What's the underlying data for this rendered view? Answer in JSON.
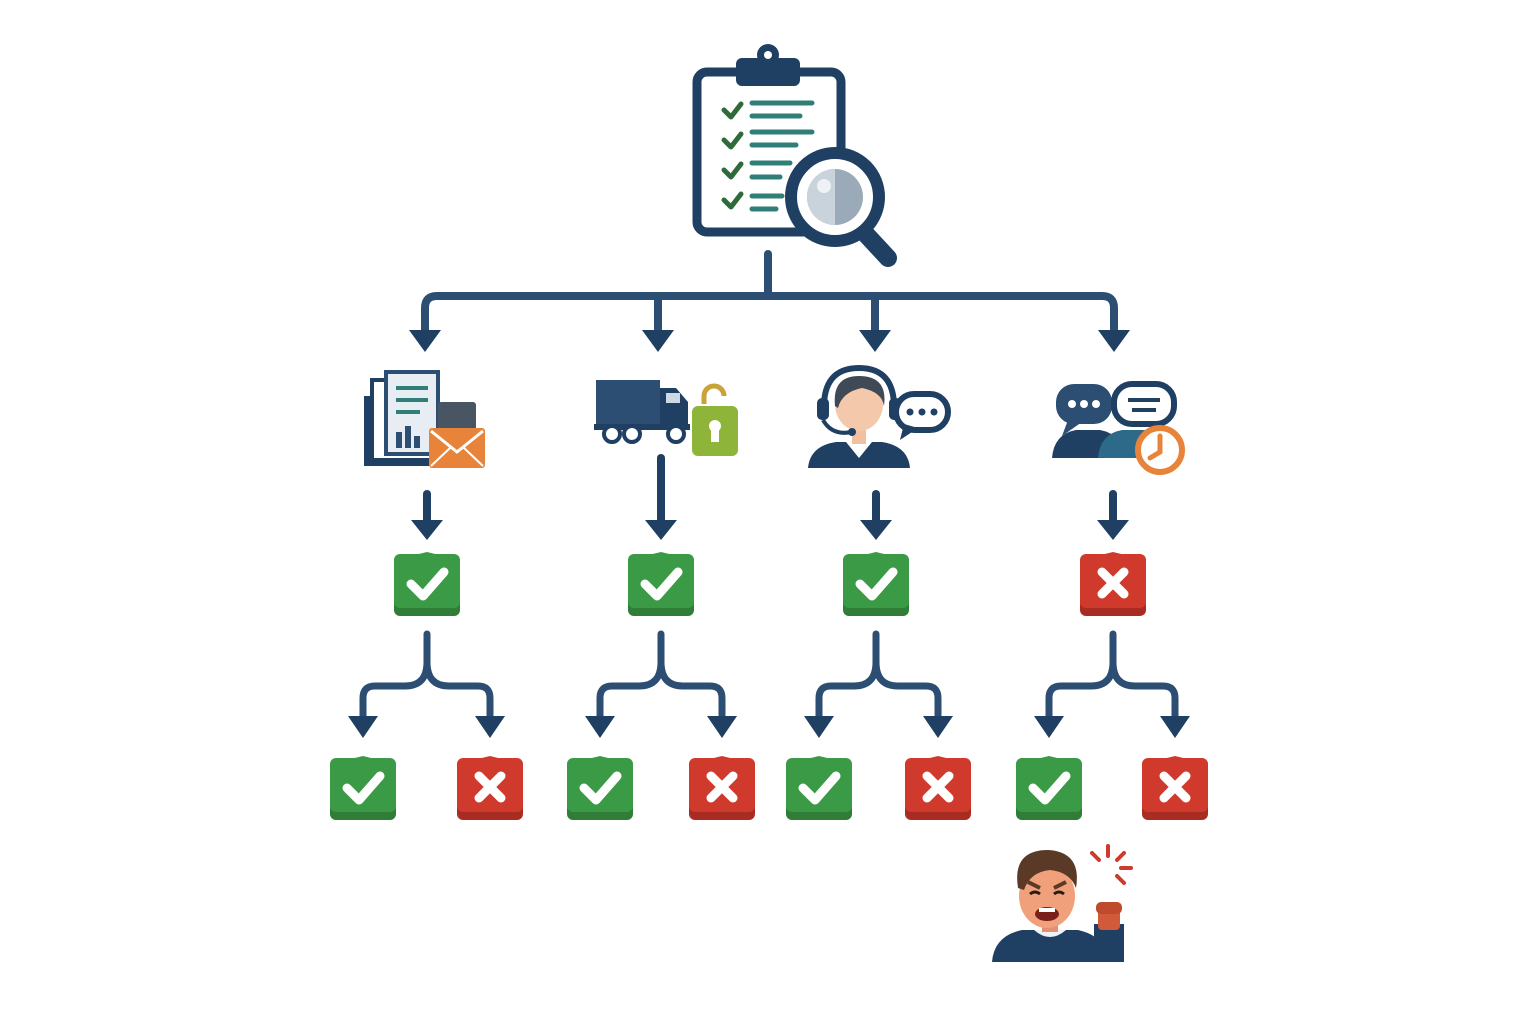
{
  "colors": {
    "navy": "#1f3f63",
    "line": "#2d4e73",
    "teal": "#2f7f78",
    "green": "#3b9a45",
    "green_dark": "#2f7d37",
    "red": "#cf3a2d",
    "red_dark": "#a92c22",
    "orange": "#e8843a",
    "lock_green": "#8fb43a",
    "skin": "#f0a07a",
    "hair": "#5a3a26",
    "white": "#ffffff"
  },
  "root": {
    "icon": "clipboard-magnifier-icon"
  },
  "branches": [
    {
      "id": "documents",
      "icon": "documents-mail-icon",
      "check": "pass",
      "outcomes": [
        "pass",
        "fail"
      ]
    },
    {
      "id": "shipping",
      "icon": "truck-lock-icon",
      "check": "pass",
      "outcomes": [
        "pass",
        "fail"
      ]
    },
    {
      "id": "support",
      "icon": "support-agent-icon",
      "check": "pass",
      "outcomes": [
        "pass",
        "fail"
      ]
    },
    {
      "id": "communication",
      "icon": "chat-clock-icon",
      "check": "fail",
      "outcomes": [
        "pass",
        "fail"
      ]
    }
  ],
  "result": {
    "icon": "angry-customer-icon"
  }
}
